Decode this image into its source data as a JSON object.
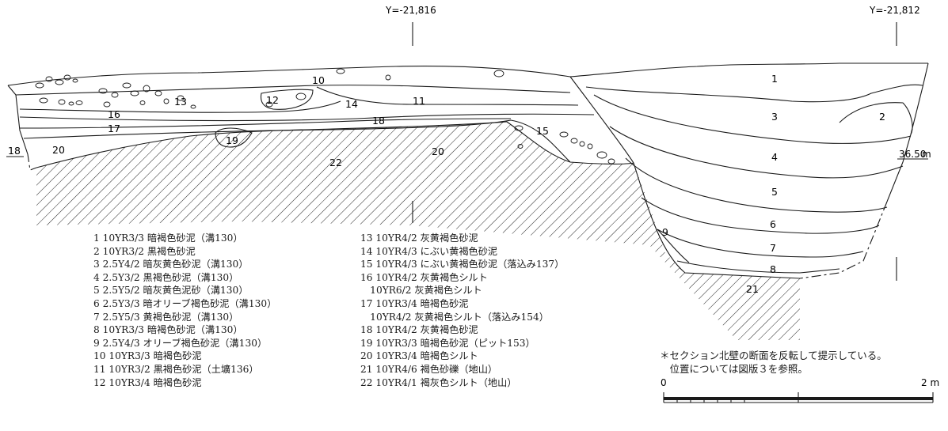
{
  "coordinates": {
    "y1": "Y=-21,816",
    "y2": "Y=-21,812"
  },
  "elevation_label": "36.50",
  "elevation_unit": "m",
  "layer_labels": [
    "1",
    "2",
    "3",
    "4",
    "5",
    "6",
    "7",
    "8",
    "9",
    "10",
    "11",
    "12",
    "13",
    "14",
    "15",
    "16",
    "17",
    "18",
    "18",
    "19",
    "20",
    "20",
    "21",
    "22"
  ],
  "legend_left": [
    "1 10YR3/3 暗褐色砂泥（溝130）",
    "2 10YR3/2 黒褐色砂泥",
    "3 2.5Y4/2 暗灰黄色砂泥（溝130）",
    "4 2.5Y3/2 黒褐色砂泥（溝130）",
    "5 2.5Y5/2 暗灰黄色泥砂（溝130）",
    "6 2.5Y3/3 暗オリーブ褐色砂泥（溝130）",
    "7 2.5Y5/3 黄褐色砂泥（溝130）",
    "8 10YR3/3 暗褐色砂泥（溝130）",
    "9 2.5Y4/3 オリーブ褐色砂泥（溝130）",
    "10 10YR3/3 暗褐色砂泥",
    "11 10YR3/2 黒褐色砂泥（土壙136）",
    "12 10YR3/4 暗褐色砂泥"
  ],
  "legend_right": [
    "13 10YR4/2 灰黄褐色砂泥",
    "14 10YR4/3 にぶい黄褐色砂泥",
    "15 10YR4/3 にぶい黄褐色砂泥（落込み137）",
    "16 10YR4/2 灰黄褐色シルト",
    "　10YR6/2 灰黄褐色シルト",
    "17 10YR3/4 暗褐色砂泥",
    "　10YR4/2 灰黄褐色シルト（落込み154）",
    "18 10YR4/2 灰黄褐色砂泥",
    "19 10YR3/3 暗褐色砂泥（ピット153）",
    "20 10YR3/4 暗褐色シルト",
    "21 10YR4/6 褐色砂礫（地山）",
    "22 10YR4/1 褐灰色シルト（地山）"
  ],
  "note": [
    "＊セクション北壁の断面を反転して提示している。",
    "　位置については図版３を参照。"
  ],
  "scale": {
    "start": "0",
    "end": "2 m"
  }
}
